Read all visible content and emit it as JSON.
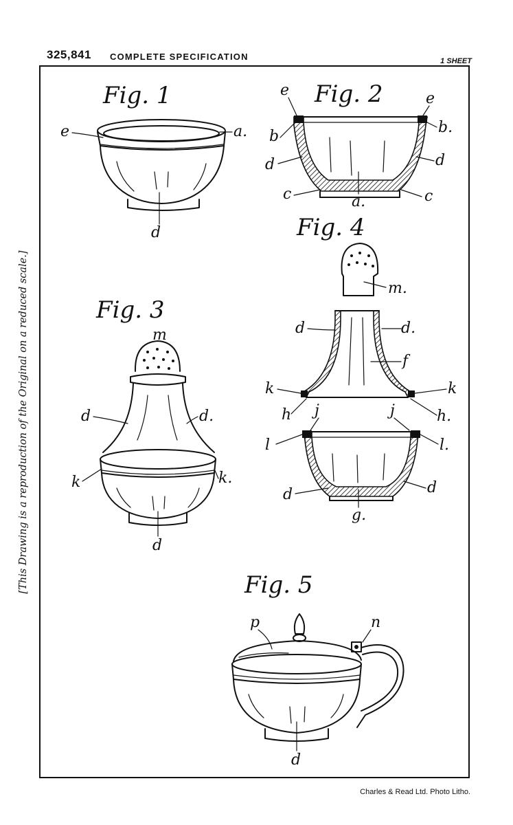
{
  "header": {
    "patent_number": "325,841",
    "title": "COMPLETE SPECIFICATION",
    "sheet": "1 SHEET"
  },
  "side_note": "[This Drawing is a reproduction of the Original on a reduced scale.]",
  "footer": "Charles & Read Ltd. Photo Litho.",
  "figures": {
    "fig1": {
      "title": "Fig. 1",
      "labels": {
        "e": "e",
        "a": "a.",
        "d": "d"
      }
    },
    "fig2": {
      "title": "Fig. 2",
      "labels": {
        "e_left": "e",
        "e_right": "e",
        "b_left": "b",
        "b_right": "b.",
        "d_left": "d",
        "d_right": "d",
        "c_left": "c",
        "c_right": "c",
        "a": "a."
      }
    },
    "fig3": {
      "title": "Fig. 3",
      "labels": {
        "m": "m",
        "d_left": "d",
        "d_right": "d.",
        "k_left": "k",
        "k_right": "k.",
        "d_bottom": "d"
      }
    },
    "fig4": {
      "title": "Fig. 4",
      "labels": {
        "m": "m.",
        "d_left": "d",
        "d_right": "d.",
        "f": "f",
        "k_left": "k",
        "k_right": "k",
        "h_left": "h",
        "h_right": "h.",
        "j_left": "j",
        "j_right": "j",
        "l_left": "l",
        "l_right": "l.",
        "d_bl": "d",
        "d_br": "d",
        "g": "g."
      }
    },
    "fig5": {
      "title": "Fig. 5",
      "labels": {
        "p": "p",
        "n": "n",
        "d": "d"
      }
    }
  }
}
